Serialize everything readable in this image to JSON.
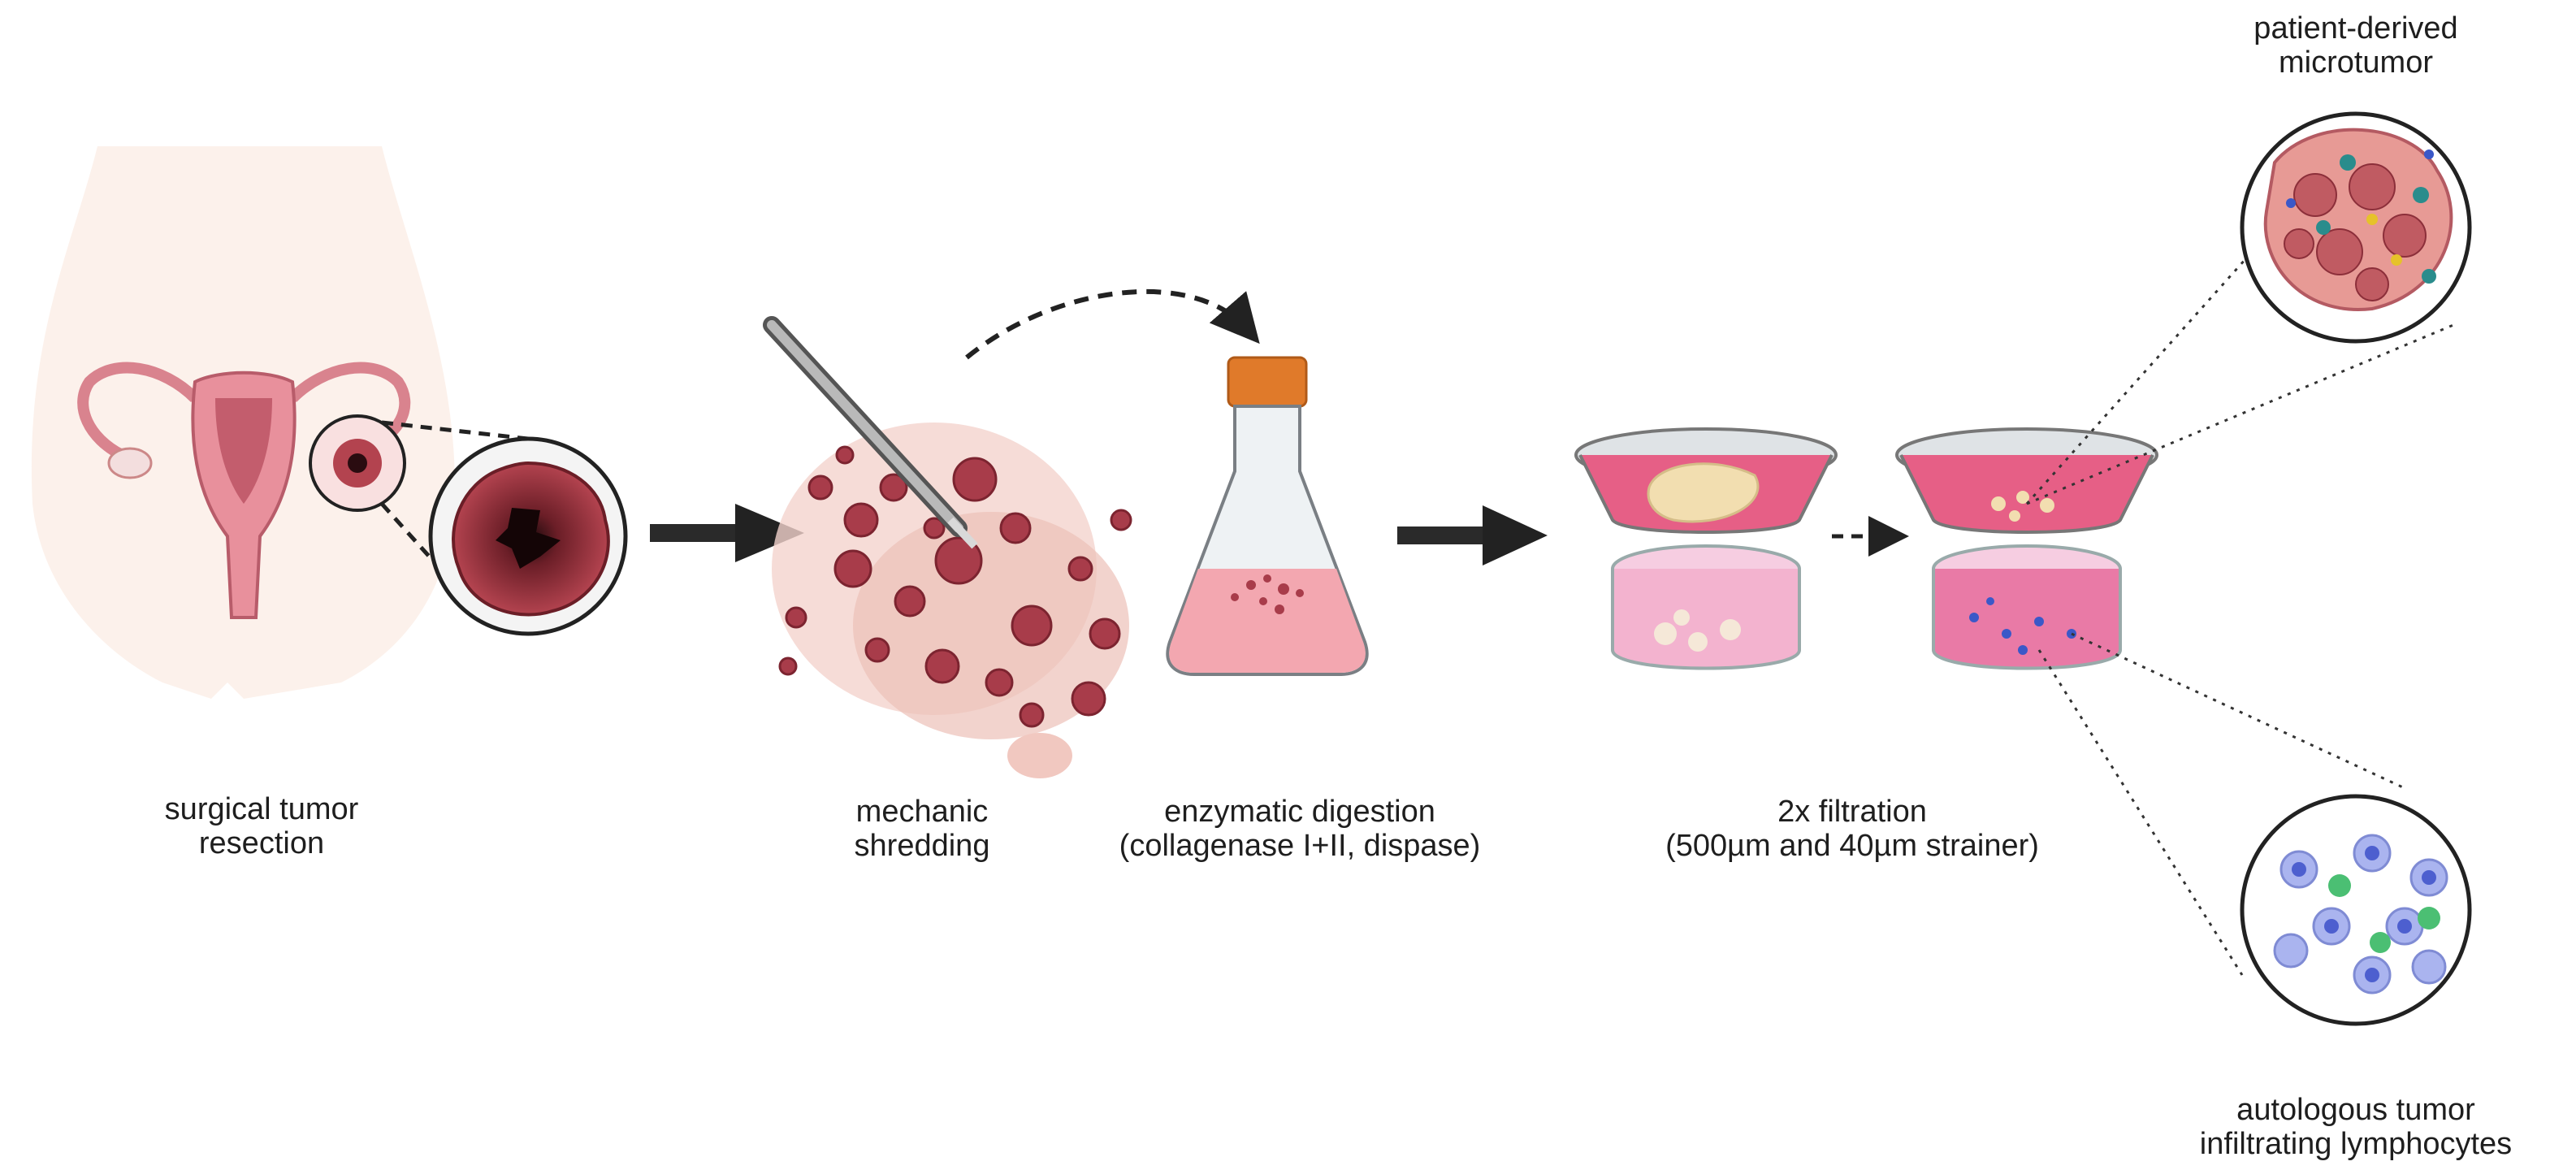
{
  "labels": {
    "resection": [
      "surgical tumor",
      "resection"
    ],
    "shredding": [
      "mechanic",
      "shredding"
    ],
    "digestion": [
      "enzymatic digestion",
      "(collagenase I+II, dispase)"
    ],
    "filtration": [
      "2x filtration",
      "(500µm and 40µm strainer)"
    ],
    "microtumor": [
      "patient-derived",
      "microtumor"
    ],
    "lymphocytes": [
      "autologous tumor",
      "infiltrating lymphocytes"
    ]
  },
  "colors": {
    "tissue_dark": "#8c2f3a",
    "tissue_mid": "#b54a55",
    "tissue_light": "#e8a6a0",
    "medium_pink": "#e56a8c",
    "medium_light": "#f3a7c2",
    "cap_orange": "#e07a2a",
    "lymph_blue": "#9aa6e6",
    "lymph_green": "#4bbf73",
    "teal_cell": "#2a8c8c",
    "arrow": "#222222"
  },
  "icons": [
    "uterus-icon",
    "tumor-magnifier-icon",
    "scalpel-icon",
    "tissue-fragments-icon",
    "flask-icon",
    "cell-strainer-icon",
    "microtumor-icon",
    "lymphocytes-icon"
  ]
}
